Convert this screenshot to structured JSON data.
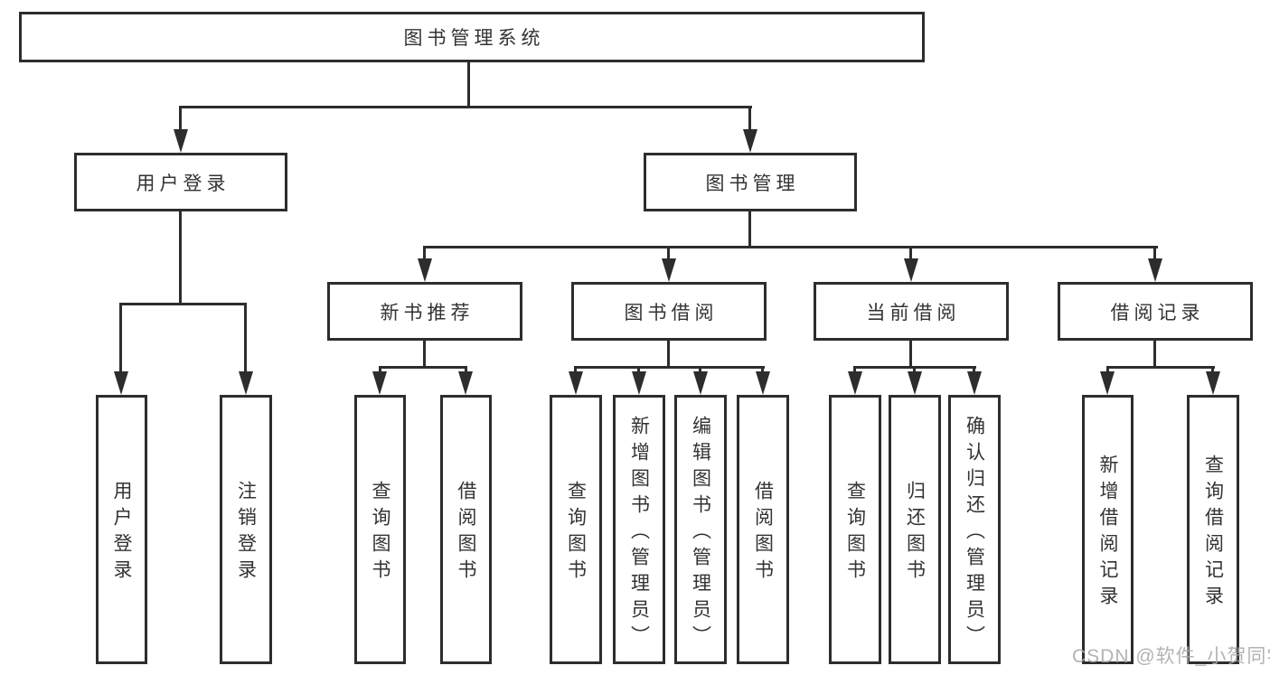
{
  "diagram": {
    "title": "图书管理系统",
    "root": {
      "label": "图书管理系统"
    },
    "level2": [
      {
        "label": "用户登录"
      },
      {
        "label": "图书管理"
      }
    ],
    "level3": [
      {
        "label": "新书推荐"
      },
      {
        "label": "图书借阅"
      },
      {
        "label": "当前借阅"
      },
      {
        "label": "借阅记录"
      }
    ],
    "leaves": {
      "login": [
        "用户登录",
        "注销登录"
      ],
      "recommend": [
        "查询图书",
        "借阅图书"
      ],
      "borrow": [
        "查询图书",
        "新增图书（管理员）",
        "编辑图书（管理员）",
        "借阅图书"
      ],
      "current": [
        "查询图书",
        "归还图书",
        "确认归还（管理员）"
      ],
      "records": [
        "新增借阅记录",
        "查询借阅记录"
      ]
    }
  },
  "watermark": "CSDN @软件_小贺同学",
  "colors": {
    "line": "#2d2d2d",
    "text": "#333333",
    "watermark": "#ababab",
    "background": "#ffffff"
  }
}
